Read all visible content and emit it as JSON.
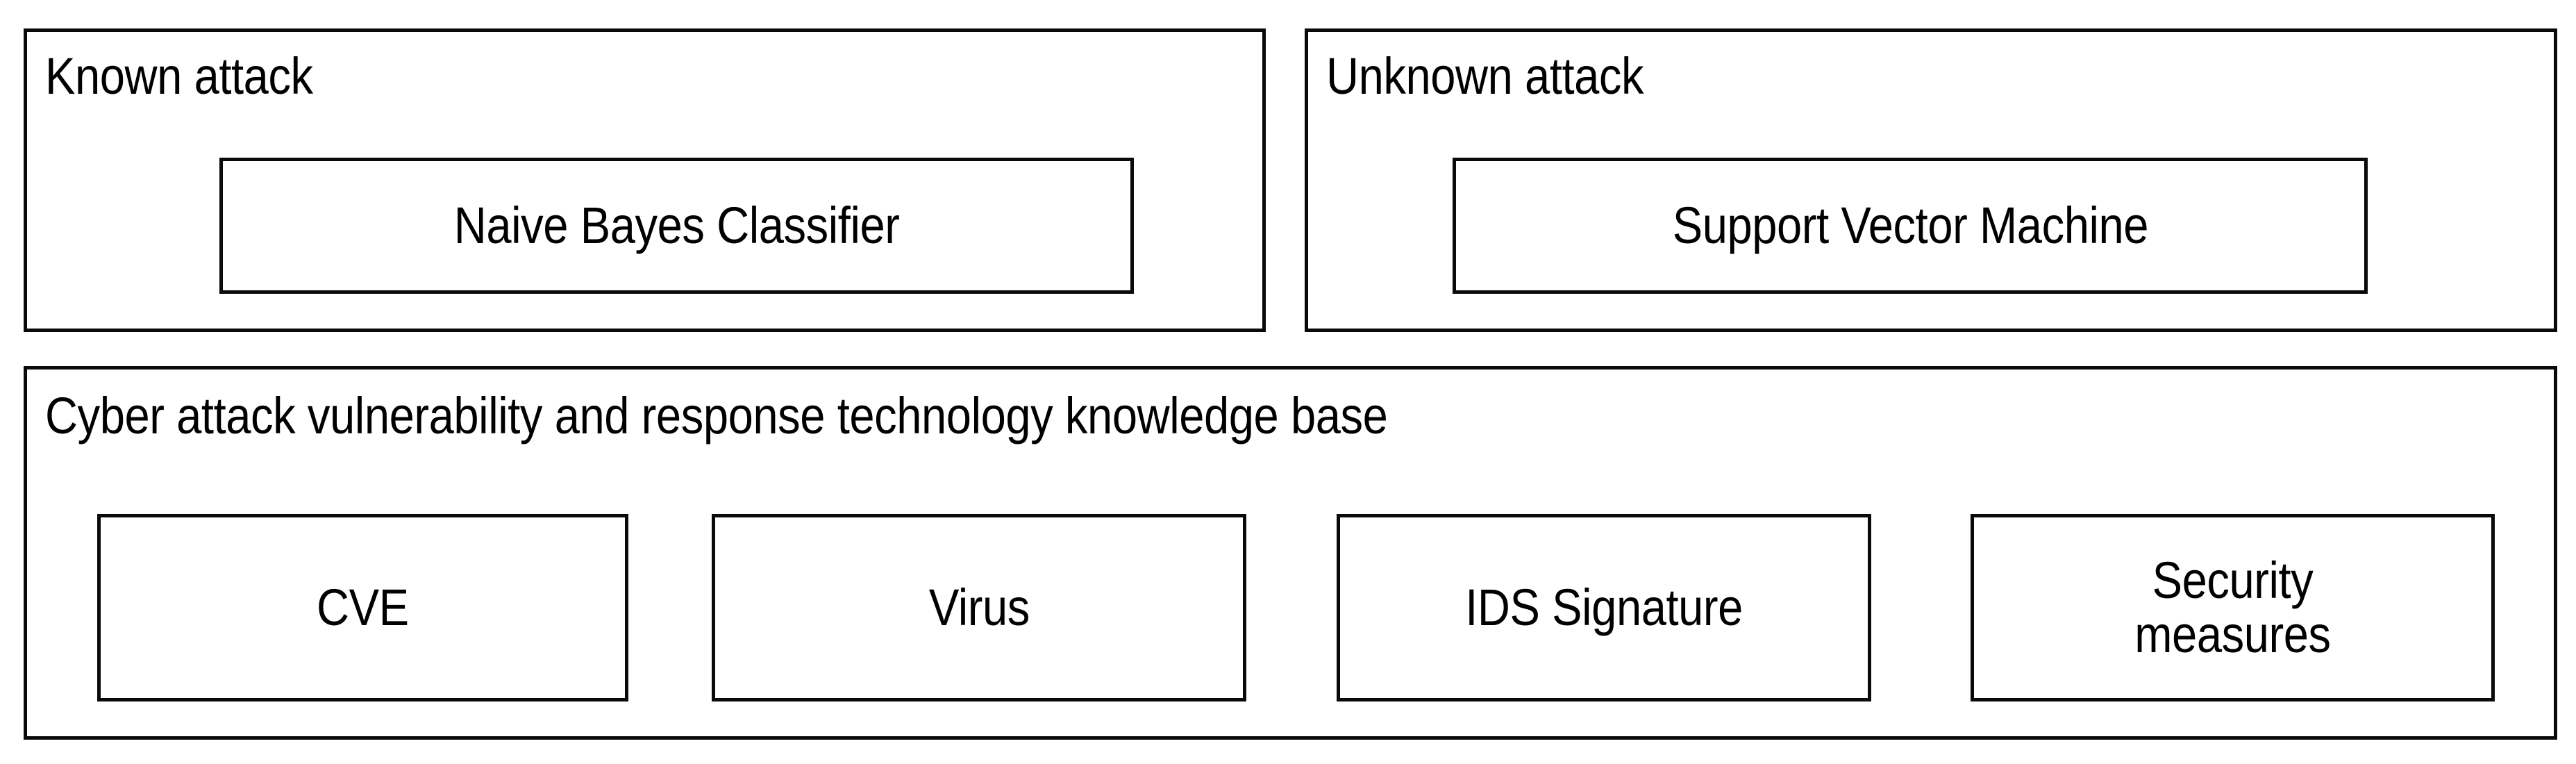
{
  "diagram": {
    "groups": [
      {
        "id": "known-attack",
        "title": "Known attack",
        "items": [
          {
            "id": "naive-bayes",
            "label": "Naive Bayes Classifier"
          }
        ]
      },
      {
        "id": "unknown-attack",
        "title": "Unknown attack",
        "items": [
          {
            "id": "support-vector-machine",
            "label": "Support Vector Machine"
          }
        ]
      },
      {
        "id": "knowledge-base",
        "title": "Cyber attack vulnerability and response technology knowledge base",
        "items": [
          {
            "id": "cve",
            "label": "CVE"
          },
          {
            "id": "virus",
            "label": "Virus"
          },
          {
            "id": "ids-signature",
            "label": "IDS Signature"
          },
          {
            "id": "security-measures",
            "label": "Security\nmeasures"
          }
        ]
      }
    ],
    "colors": {
      "background": "#ffffff",
      "border": "#0a0a0a",
      "text": "#000000"
    }
  }
}
